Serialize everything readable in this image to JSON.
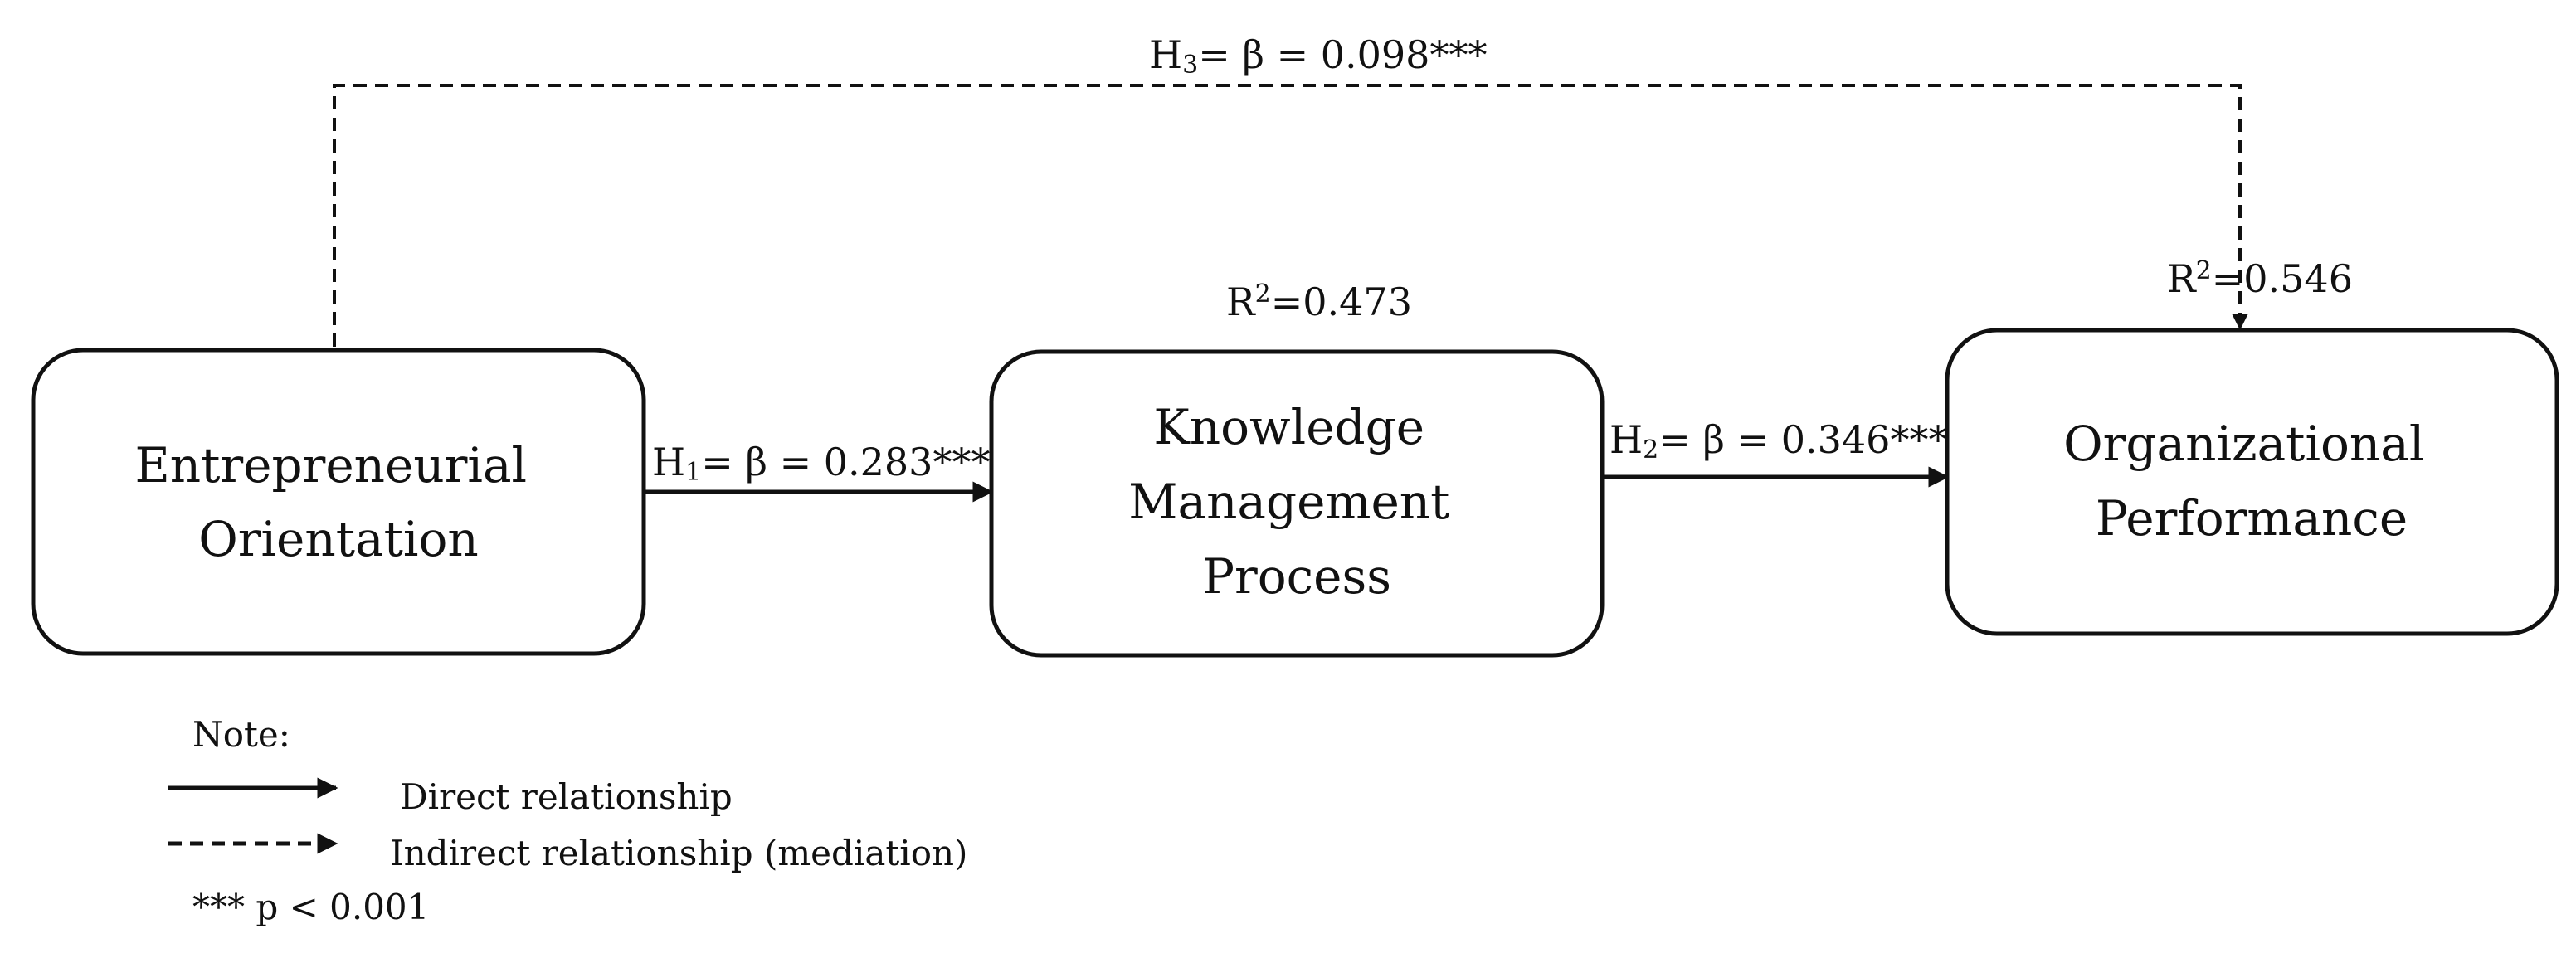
{
  "nodes": {
    "eo": {
      "lines": [
        "Entrepreneurial",
        "Orientation"
      ]
    },
    "km": {
      "lines": [
        "Knowledge",
        "Management",
        "Process"
      ],
      "r2": {
        "prefix": "R",
        "sup": "2",
        "value": "=0.473"
      }
    },
    "op": {
      "lines": [
        "Organizational",
        "Performance"
      ],
      "r2": {
        "prefix": "R",
        "sup": "2",
        "value": "=0.546"
      }
    }
  },
  "edges": {
    "h1": {
      "prefix": "H",
      "sub": "1",
      "label": "= β = 0.283***"
    },
    "h2": {
      "prefix": "H",
      "sub": "2",
      "label": "= β = 0.346***"
    },
    "h3": {
      "prefix": "H",
      "sub": "3",
      "label": "= β = 0.098***"
    }
  },
  "note": {
    "title": "Note:",
    "direct": "Direct relationship",
    "indirect": "Indirect relationship (mediation)",
    "significance": "*** p < 0.001"
  }
}
